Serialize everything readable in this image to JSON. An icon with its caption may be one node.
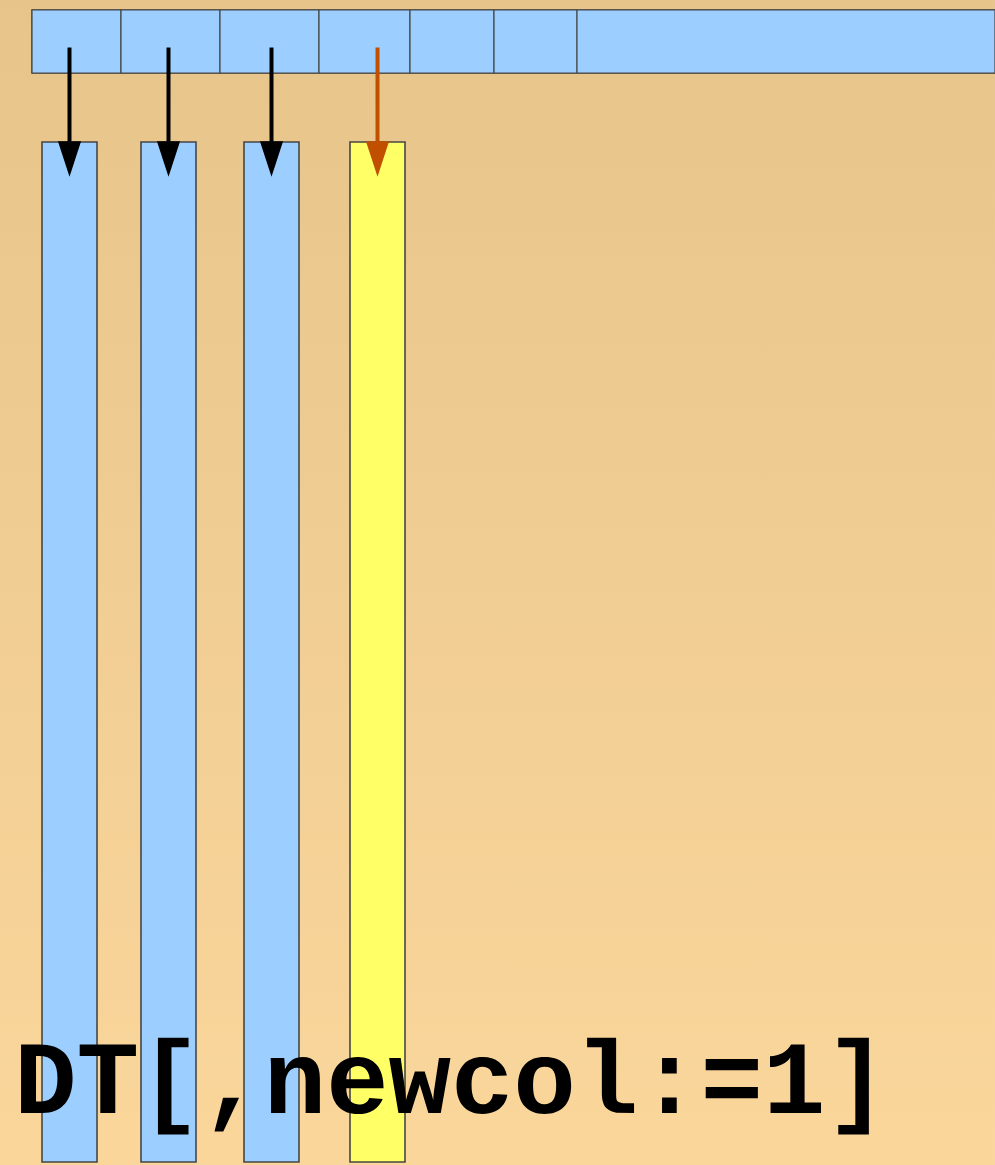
{
  "diagram": {
    "nodes": [
      {
        "text": [],
        "shape": "bar"
      },
      {
        "text": [],
        "shape": "box",
        "in": 0
      },
      {
        "text": [],
        "shape": "box",
        "in": 0
      },
      {
        "text": [],
        "shape": "box",
        "in": 0
      },
      {
        "text": [],
        "shape": "box",
        "in": 0
      },
      {
        "text": [],
        "shape": "box",
        "in": 0
      },
      {
        "text": [],
        "shape": "box",
        "in": 0
      },
      {
        "text": [],
        "shape": "box",
        "in": 0
      },
      {
        "text": [],
        "shape": "bar"
      },
      {
        "text": [],
        "shape": "bar"
      },
      {
        "text": [],
        "shape": "bar"
      },
      {
        "text": [],
        "shape": "bar"
      }
    ],
    "edges": [
      {
        "from": 1,
        "to": 8,
        "arrow": "to"
      },
      {
        "from": 2,
        "to": 9,
        "arrow": "to"
      },
      {
        "from": 3,
        "to": 10,
        "arrow": "to"
      },
      {
        "from": 4,
        "to": 11,
        "arrow": "to",
        "color": "#c05000"
      }
    ],
    "labels": [
      "DT[,newcol:=1]"
    ]
  }
}
